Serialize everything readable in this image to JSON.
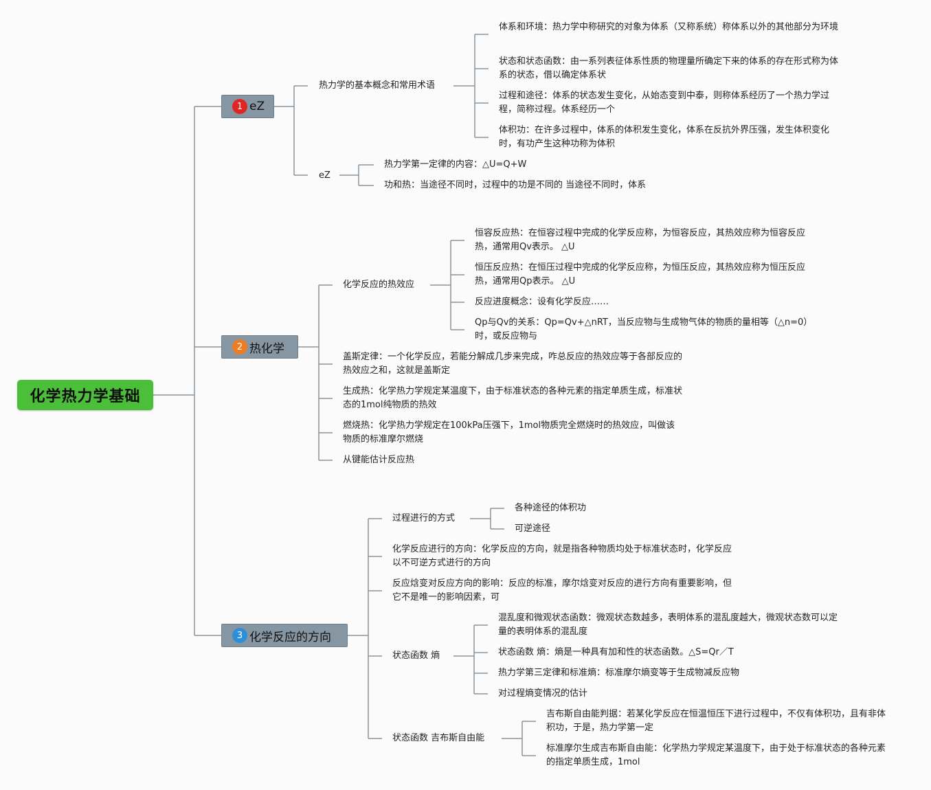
{
  "root": {
    "label": "化学热力学基础"
  },
  "branches": [
    {
      "number": "1",
      "label": "eZ",
      "children": [
        {
          "label": "热力学的基本概念和常用术语",
          "items": [
            "体系和环境：热力学中称研究的对象为体系（又称系统）称体系以外的其他部分为环境",
            "状态和状态函数：由一系列表征体系性质的物理量所确定下来的体系的存在形式称为体系的状态，借以确定体系状",
            "过程和途径：体系的状态发生变化，从始态变到中泰，则称体系经历了一个热力学过程，简称过程。体系经历一个",
            "体积功：在许多过程中，体系的体积发生变化，体系在反抗外界压强，发生体积变化时，有功产生这种功称为体积"
          ]
        },
        {
          "label": "eZ",
          "items": [
            "热力学第一定律的内容：△U=Q+W",
            "功和热：当途径不同时，过程中的功是不同的 当途径不同时，体系"
          ]
        }
      ]
    },
    {
      "number": "2",
      "label": "热化学",
      "children": [
        {
          "label": "化学反应的热效应",
          "items": [
            "恒容反应热：在恒容过程中完成的化学反应称，为恒容反应，其热效应称为恒容反应热，通常用Qv表示。 △U",
            "恒压反应热：在恒压过程中完成的化学反应称，为恒压反应，其热效应称为恒压反应热，通常用Qp表示。 △U",
            "反应进度概念：设有化学反应……",
            "Qp与Qv的关系：Qp=Qv+△nRT，当反应物与生成物气体的物质的量相等（△n=0）时，或反应物与"
          ]
        },
        {
          "label": "盖斯定律：一个化学反应，若能分解成几步来完成，咋总反应的热效应等于各部反应的热效应之和，这就是盖斯定"
        },
        {
          "label": "生成热：化学热力学规定某温度下，由于标准状态的各种元素的指定单质生成，标准状态的1mol纯物质的热效"
        },
        {
          "label": "燃烧热：化学热力学规定在100kPa压强下，1mol物质完全燃烧时的热效应，叫做该物质的标准摩尔燃烧"
        },
        {
          "label": "从键能估计反应热"
        }
      ]
    },
    {
      "number": "3",
      "label": "化学反应的方向",
      "children": [
        {
          "label": "过程进行的方式",
          "items": [
            "各种途径的体积功",
            "可逆途径"
          ]
        },
        {
          "label": "化学反应进行的方向：化学反应的方向，就是指各种物质均处于标准状态时，化学反应以不可逆方式进行的方向"
        },
        {
          "label": "反应焓变对反应方向的影响：反应的标准，摩尔焓变对反应的进行方向有重要影响，但它不是唯一的影响因素，可"
        },
        {
          "label": "状态函数 熵",
          "items": [
            "混乱度和微观状态函数：微观状态数越多，表明体系的混乱度越大，微观状态数可以定量的表明体系的混乱度",
            "状态函数 熵：熵是一种具有加和性的状态函数。△S=Qr／T",
            "热力学第三定律和标准熵：标准摩尔熵变等于生成物减反应物",
            "对过程熵变情况的估计"
          ]
        },
        {
          "label": "状态函数 吉布斯自由能",
          "items": [
            "吉布斯自由能判据：若某化学反应在恒温恒压下进行过程中，不仅有体积功，且有非体积功，于是，热力学第一定",
            "标准摩尔生成吉布斯自由能：化学热力学规定某温度下，由于处于标准状态的各种元素的指定单质生成，1mol"
          ]
        }
      ]
    }
  ],
  "colors": {
    "root_fill": "#4cbf3a",
    "branch_fill": "#8796a3",
    "connector": "#8a949c",
    "badge_1": "#e02525",
    "badge_2": "#ee7d22",
    "badge_3": "#2d8fd8"
  }
}
